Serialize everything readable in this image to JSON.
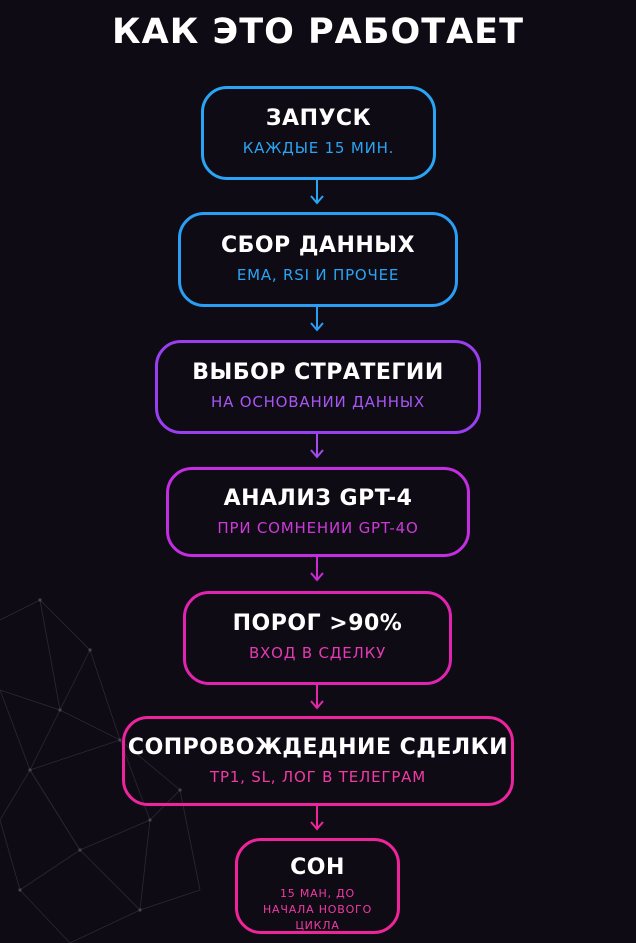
{
  "title": "КАК ЭТО РАБОТАЕТ",
  "colors": {
    "background": "#0f0b15",
    "blue": "#2aa4f4",
    "violet": "#9a3ff0",
    "magenta": "#cc2ad4",
    "pink": "#f0249a"
  },
  "steps": [
    {
      "title": "ЗАПУСК",
      "subtitle": "КАЖДЫЕ 15 МИН."
    },
    {
      "title": "СБОР ДАННЫХ",
      "subtitle": "EMA, RSI И ПРОЧЕЕ"
    },
    {
      "title": "ВЫБОР СТРАТЕГИИ",
      "subtitle": "НА ОСНОВАНИИ ДАННЫХ"
    },
    {
      "title": "АНАЛИЗ GPT-4",
      "subtitle": "ПРИ СОМНЕНИИ GPT-4O"
    },
    {
      "title": "ПОРОГ >90%",
      "subtitle": "ВХОД В СДЕЛКУ"
    },
    {
      "title": "СОПРОВОЖДЕДНИЕ СДЕЛКИ",
      "subtitle": "TP1, SL, ЛОГ В ТЕЛЕГРАМ"
    },
    {
      "title": "СОН",
      "subtitle": "15 МАН, ДО НАЧАЛА НОВОГО ЦИКЛА"
    }
  ]
}
